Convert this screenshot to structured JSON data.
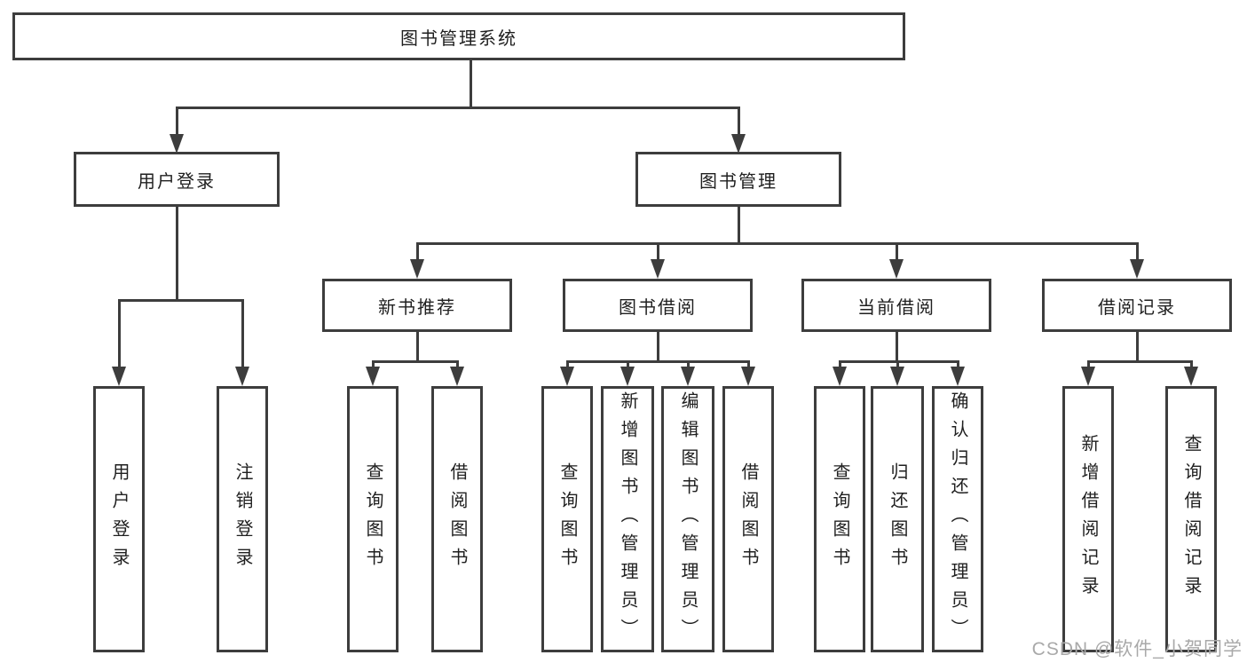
{
  "diagram": {
    "root_label": "图书管理系统",
    "user_login": {
      "label": "用户登录",
      "children": [
        "用户登录",
        "注销登录"
      ]
    },
    "book_mgmt": {
      "label": "图书管理"
    },
    "groups": [
      {
        "label": "新书推荐",
        "children": [
          "查询图书",
          "借阅图书"
        ]
      },
      {
        "label": "图书借阅",
        "children": [
          "查询图书",
          "新增图书（管理员）",
          "编辑图书（管理员）",
          "借阅图书"
        ]
      },
      {
        "label": "当前借阅",
        "children": [
          "查询图书",
          "归还图书",
          "确认归还（管理员）"
        ]
      },
      {
        "label": "借阅记录",
        "children": [
          "新增借阅记录",
          "查询借阅记录"
        ]
      }
    ]
  },
  "watermark": {
    "text": "CSDN @软件_小贺同学"
  },
  "colors": {
    "line": "#3d3d3d",
    "text": "#1f1f1f",
    "watermark": "#a9a9a9",
    "background": "#ffffff"
  }
}
